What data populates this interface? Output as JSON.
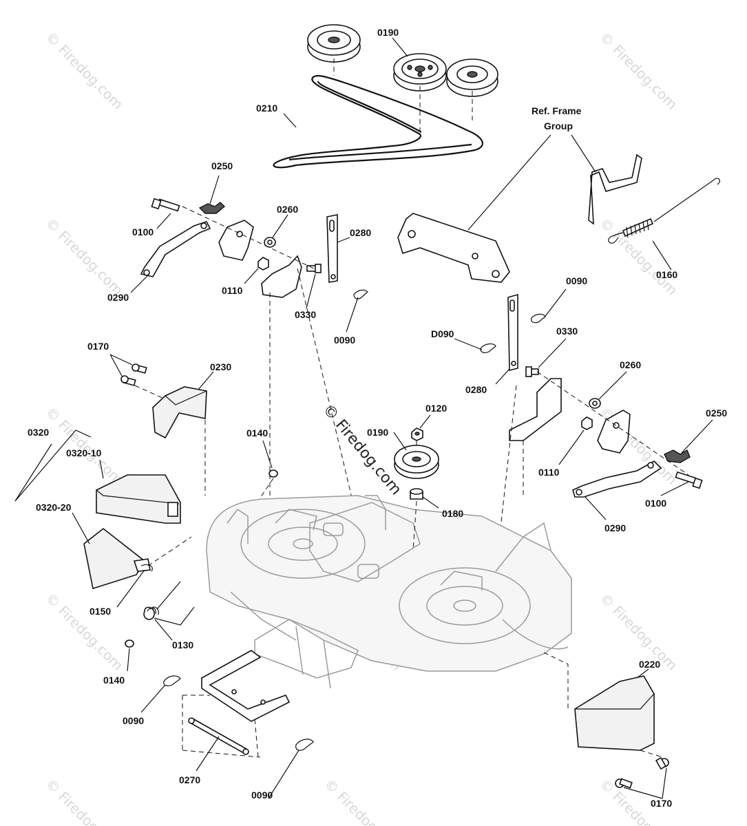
{
  "watermark": {
    "text": "© Firedog.com",
    "center_text": "© Firedog.com"
  },
  "labels": {
    "p0190_top": "0190",
    "p0210": "0210",
    "ref_frame_line1": "Ref. Frame",
    "ref_frame_line2": "Group",
    "p0250_left": "0250",
    "p0100_left": "0100",
    "p0260_left": "0260",
    "p0280_left": "0280",
    "p0290_left": "0290",
    "p0110_left": "0110",
    "p0330_left": "0330",
    "p0090_left": "0090",
    "p0160": "0160",
    "p0090_right_top": "0090",
    "p0090_right_mid": "D090",
    "p0330_right": "0330",
    "p0280_right": "0280",
    "p0260_right": "0260",
    "p0250_right": "0250",
    "p0110_right": "0110",
    "p0100_right": "0100",
    "p0290_right": "0290",
    "p0170_top": "0170",
    "p0230": "0230",
    "p0140_top": "0140",
    "p0120": "0120",
    "p0190_mid": "0190",
    "p0180": "0180",
    "p0320": "0320",
    "p0320_10": "0320-10",
    "p0320_20": "0320-20",
    "p0150": "0150",
    "p0130": "0130",
    "p0140_bottom": "0140",
    "p0090_bottom_left": "0090",
    "p0270": "0270",
    "p0090_bottom": "0090",
    "p0220": "0220",
    "p0170_bottom": "0170"
  }
}
